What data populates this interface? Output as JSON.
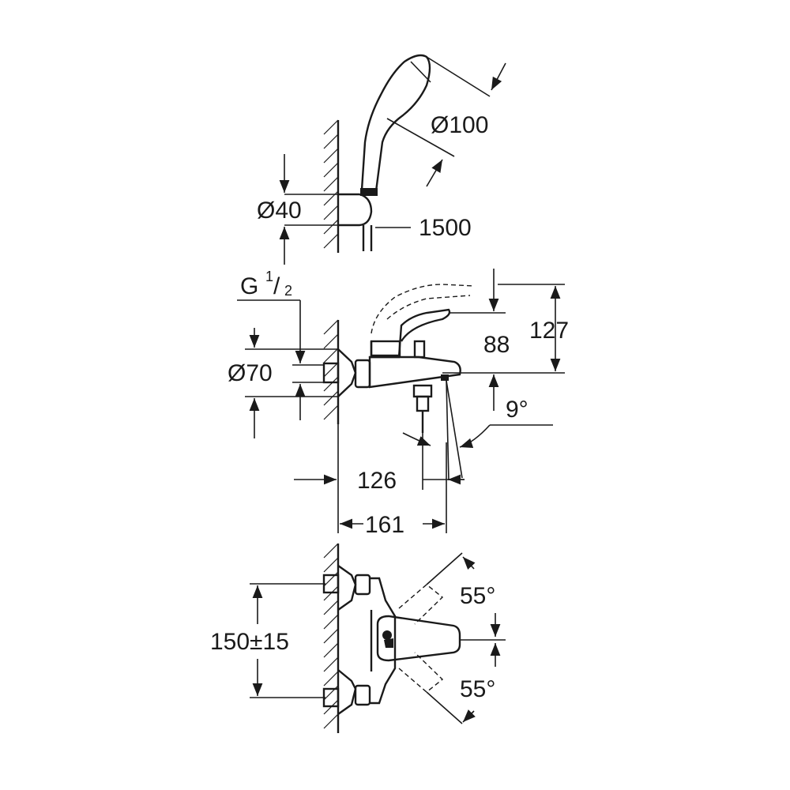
{
  "labels": {
    "hand_shower_diameter": "Ø100",
    "holder_diameter": "Ø40",
    "hose_length": "1500",
    "thread": "G",
    "thread_num": "1",
    "thread_den": "2",
    "rosette_diameter": "Ø70",
    "height_total": "127",
    "height_spout": "88",
    "spout_angle": "9°",
    "projection_spout": "126",
    "projection_total": "161",
    "centres": "150±15",
    "lever_angle_top": "55°",
    "lever_angle_bottom": "55°"
  }
}
